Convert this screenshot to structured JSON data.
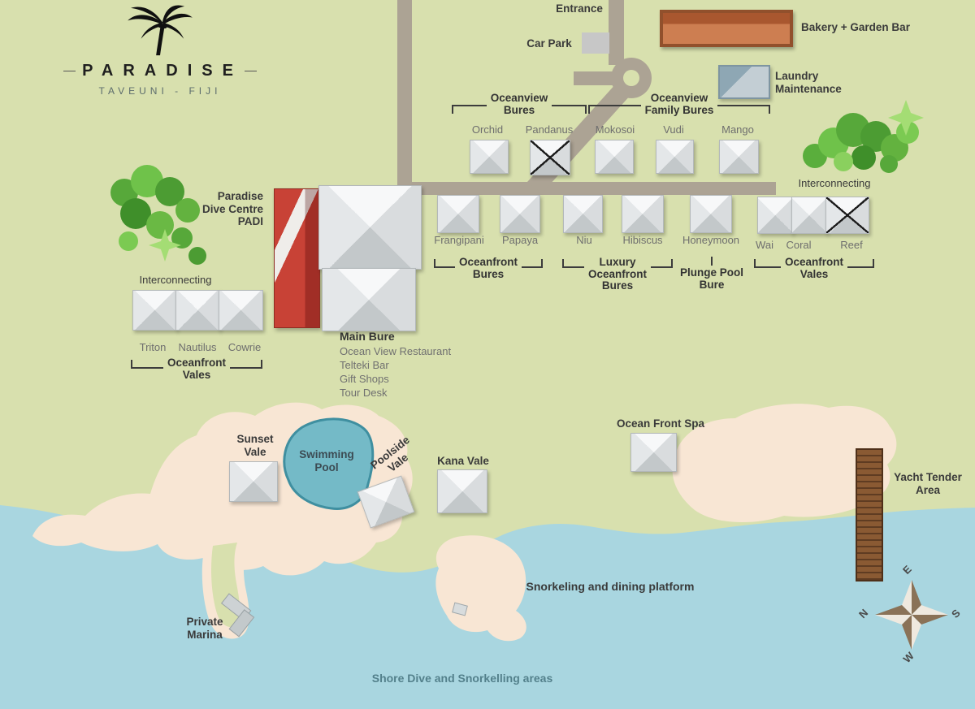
{
  "logo": {
    "title": "PARADISE",
    "subtitle": "TAVEUNI - FIJI"
  },
  "labels": {
    "entrance": "Entrance",
    "car_park": "Car Park",
    "bakery_garden_bar": "Bakery + Garden Bar",
    "laundry_maintenance": "Laundry\nMaintenance",
    "interconnecting": "Interconnecting",
    "dive_centre": "Paradise\nDive Centre\nPADI",
    "sunset_vale": "Sunset\nVale",
    "swimming_pool": "Swimming\nPool",
    "poolside_vale": "Poolside\nVale",
    "kana_vale": "Kana Vale",
    "ocean_front_spa": "Ocean Front Spa",
    "yacht_tender_area": "Yacht Tender\nArea",
    "private_marina": "Private\nMarina",
    "snorkeling_platform": "Snorkeling and dining platform",
    "shore_dive": "Shore Dive and Snorkelling areas"
  },
  "main_bure": {
    "title": "Main Bure",
    "lines": [
      "Ocean View Restaurant",
      "Telteki Bar",
      "Gift Shops",
      "Tour Desk"
    ]
  },
  "groups": {
    "oceanview": {
      "label": "Oceanview\nBures",
      "items": [
        {
          "name": "Orchid"
        },
        {
          "name": "Pandanus",
          "crossed": true
        }
      ]
    },
    "oceanview_family": {
      "label": "Oceanview\nFamily Bures",
      "items": [
        {
          "name": "Mokosoi"
        },
        {
          "name": "Vudi"
        },
        {
          "name": "Mango"
        }
      ]
    },
    "oceanfront_bures": {
      "label": "Oceanfront\nBures",
      "items": [
        {
          "name": "Frangipani"
        },
        {
          "name": "Papaya"
        }
      ]
    },
    "luxury_oceanfront": {
      "label": "Luxury\nOceanfront\nBures",
      "items": [
        {
          "name": "Niu"
        },
        {
          "name": "Hibiscus"
        }
      ]
    },
    "plunge_pool": {
      "label": "Plunge Pool\nBure",
      "items": [
        {
          "name": "Honeymoon"
        }
      ]
    },
    "oceanfront_vales_right": {
      "label": "Oceanfront\nVales",
      "items": [
        {
          "name": "Wai"
        },
        {
          "name": "Coral"
        },
        {
          "name": "Reef",
          "crossed": true
        }
      ]
    },
    "oceanfront_vales_left": {
      "label": "Oceanfront\nVales",
      "items": [
        {
          "name": "Triton"
        },
        {
          "name": "Nautilus"
        },
        {
          "name": "Cowrie"
        }
      ]
    }
  },
  "compass": {
    "n": "N",
    "e": "E",
    "s": "S",
    "w": "W"
  },
  "colors": {
    "land": "#d8e0ae",
    "water": "#a9d6e0",
    "sand": "#f8e6d4",
    "road": "#aca394",
    "pool": "#74bac7",
    "dive_centre_red": "#c84236",
    "bakery_brown": "#bf6b40",
    "laundry_blue": "#8ea7b4",
    "tree_green": "#57a83a",
    "shore_text": "#53808b"
  }
}
